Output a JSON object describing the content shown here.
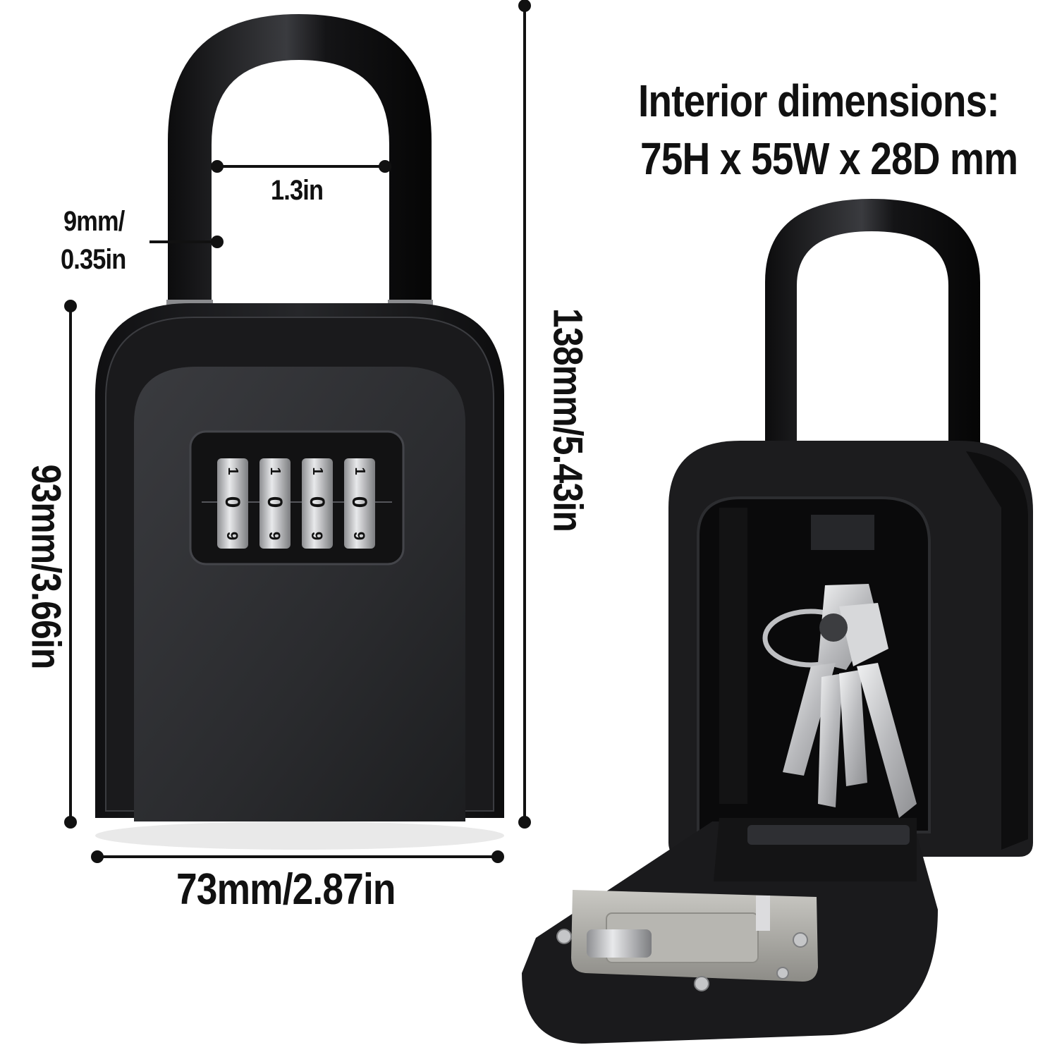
{
  "annotations": {
    "interior_title": "Interior dimensions:",
    "interior_dims": "75H x 55W x 28D mm",
    "shackle_width": "1.3in",
    "shackle_thickness_mm": "9mm/",
    "shackle_thickness_in": "0.35in",
    "total_height": "138mm/5.43in",
    "body_height": "93mm/3.66in",
    "body_width": "73mm/2.87in"
  },
  "dial": {
    "digits": [
      "1",
      "0",
      "9"
    ],
    "wheel_count": 4
  },
  "colors": {
    "background": "#ffffff",
    "lock_body": "#1b1b1d",
    "lock_face": "#2c2d30",
    "dimension_line": "#111111",
    "keys": "#c9cacc",
    "mechanism": "#a9a8a3"
  },
  "icons": [
    "closed-lockbox",
    "open-lockbox",
    "key-ring-icon",
    "combination-dial-icon"
  ]
}
